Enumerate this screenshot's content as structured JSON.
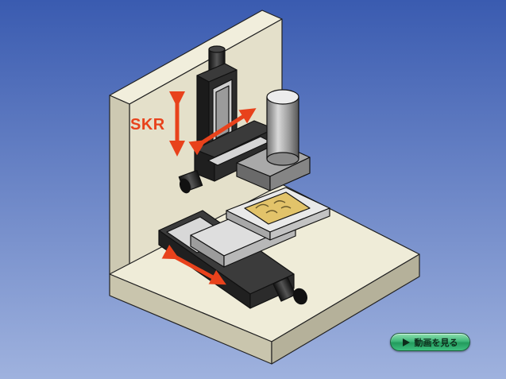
{
  "diagram": {
    "axis_label": "SKR",
    "colors": {
      "background_top": "#3a5bb0",
      "background_bottom": "#9fb2de",
      "panel": "#e4e0ca",
      "arrow": "#e8421c",
      "workpiece": "#e2c36a"
    },
    "parts": [
      "vertical-axis-unit",
      "horizontal-axis-unit",
      "spindle-motor",
      "xy-table",
      "workpiece"
    ]
  },
  "controls": {
    "play_button_label": "動画を見る",
    "play_icon": "play-triangle-icon"
  }
}
